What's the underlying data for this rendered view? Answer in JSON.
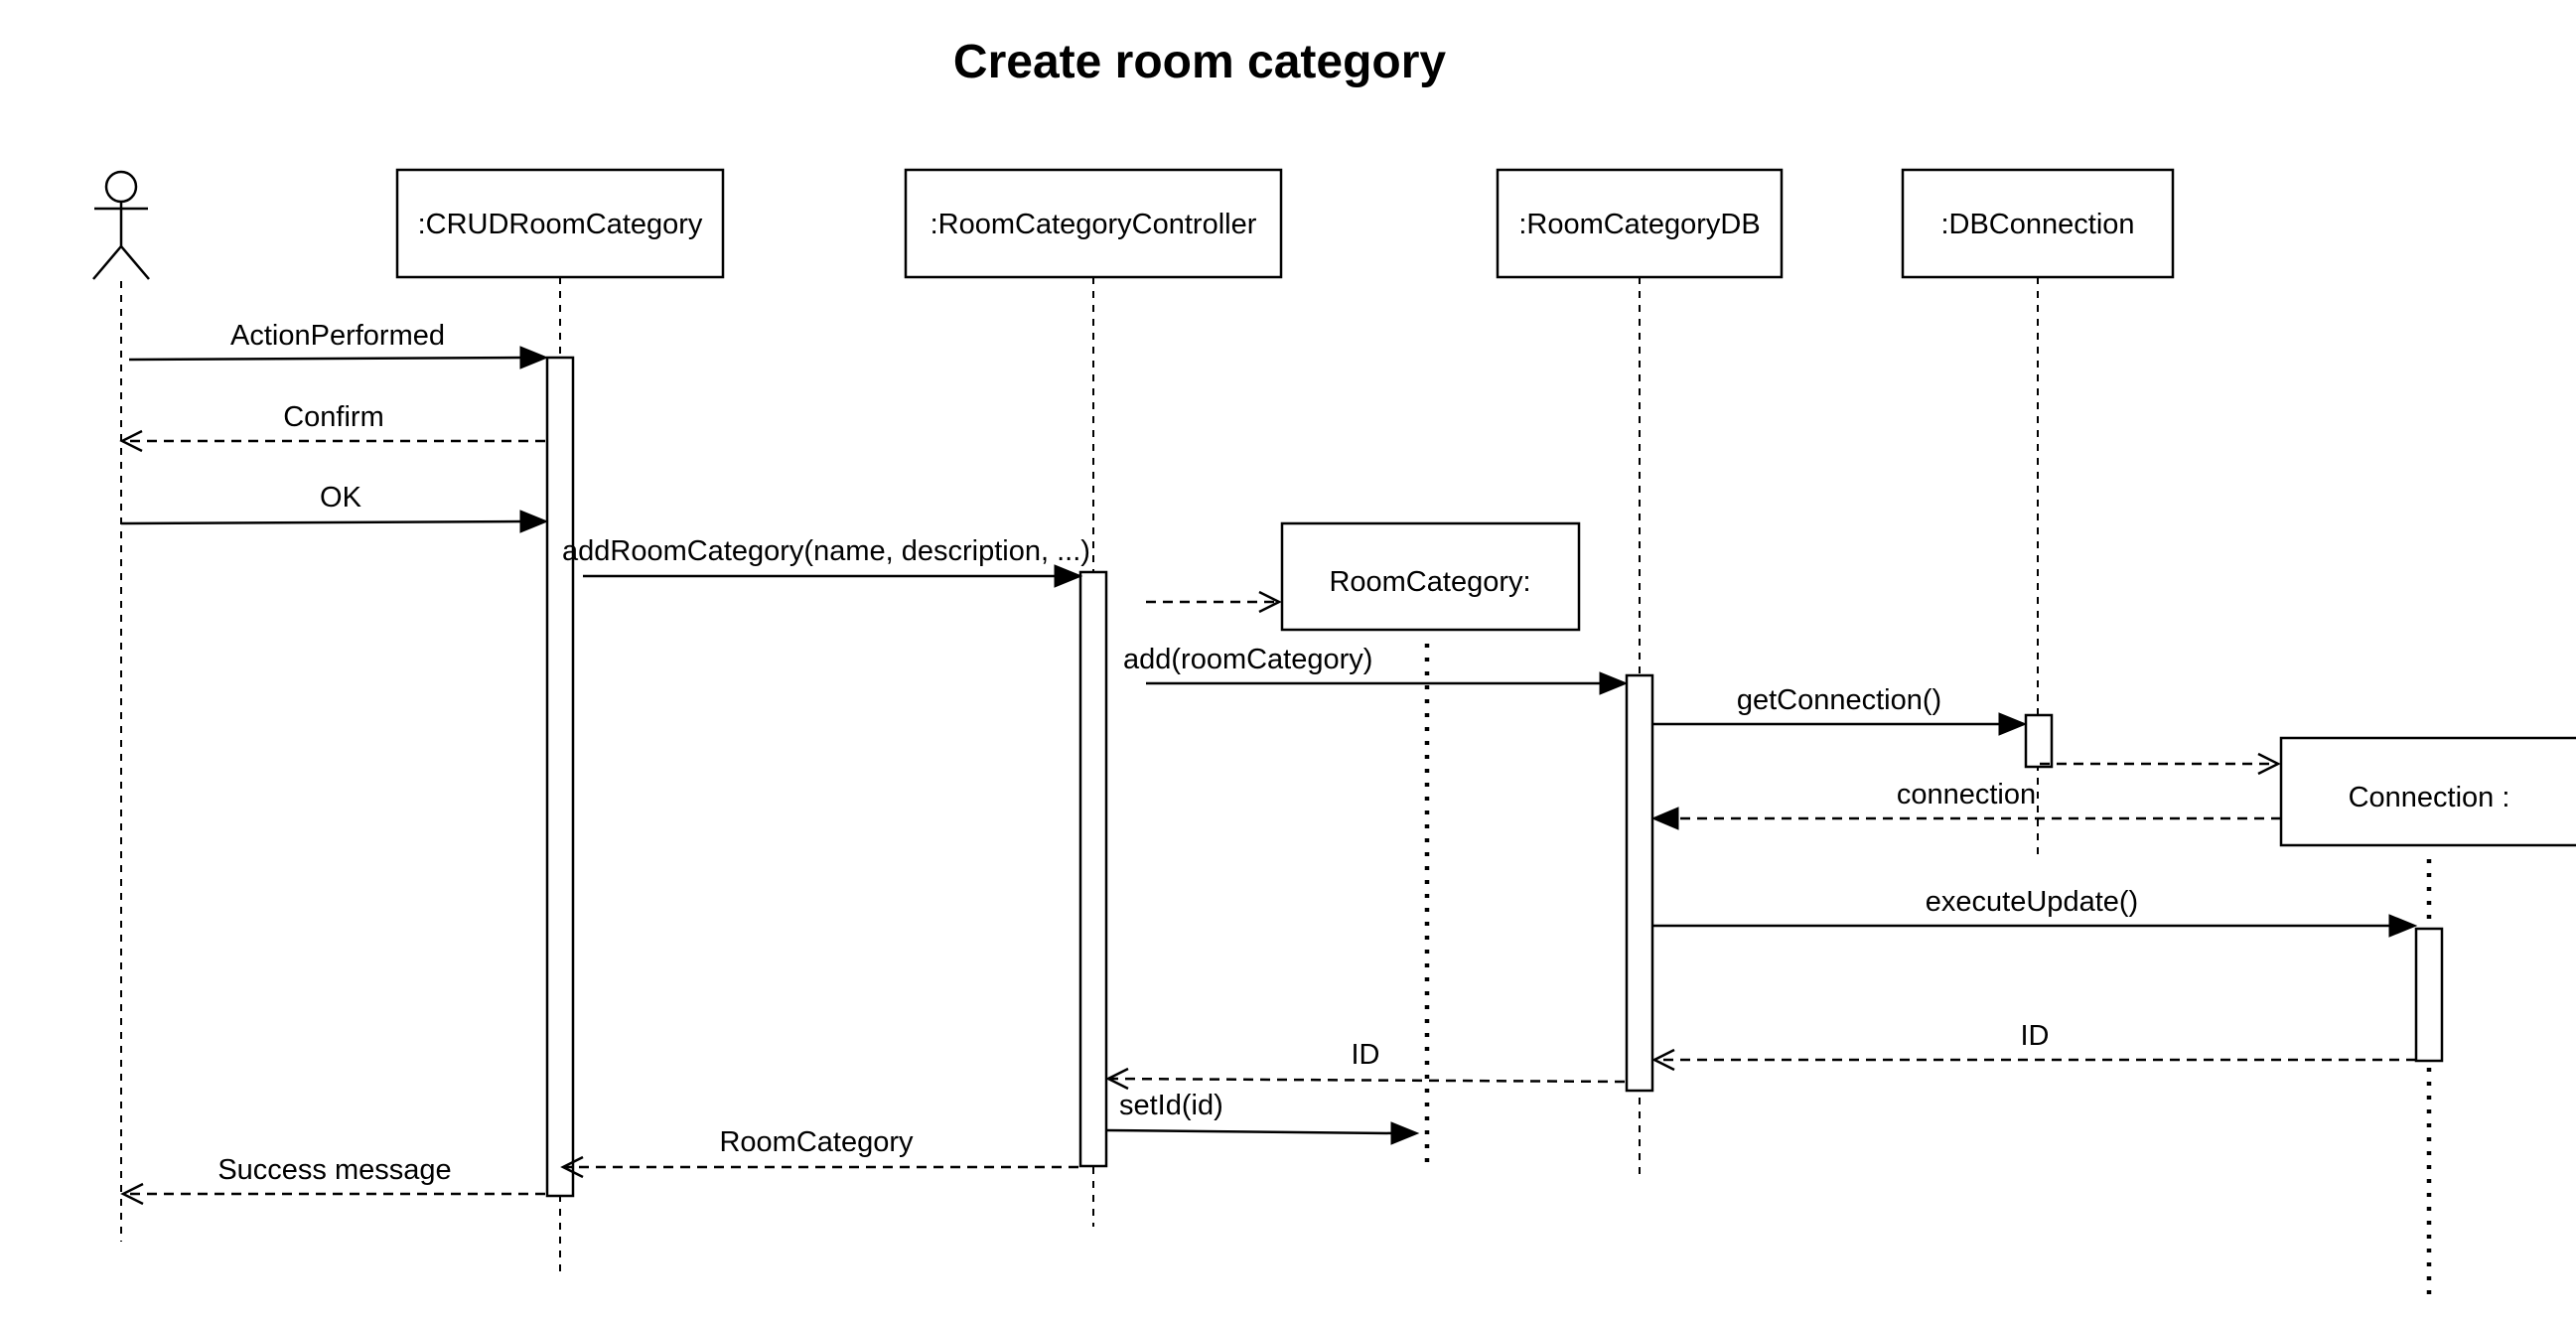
{
  "title": "Create room category",
  "lifelines": {
    "crud": ":CRUDRoomCategory",
    "controller": ":RoomCategoryController",
    "roomcategory_db": ":RoomCategoryDB",
    "dbconnection": ":DBConnection",
    "roomcategory_obj": "RoomCategory:",
    "connection_obj": "Connection :"
  },
  "messages": {
    "action_performed": "ActionPerformed",
    "confirm": "Confirm",
    "ok": "OK",
    "add_room_category": "addRoomCategory(name, description, ...)",
    "add": "add(roomCategory)",
    "get_connection": "getConnection()",
    "connection": "connection",
    "execute_update": "executeUpdate()",
    "id_from_connection": "ID",
    "id_to_controller": "ID",
    "set_id": "setId(id)",
    "room_category_return": "RoomCategory",
    "success_message": "Success message"
  }
}
